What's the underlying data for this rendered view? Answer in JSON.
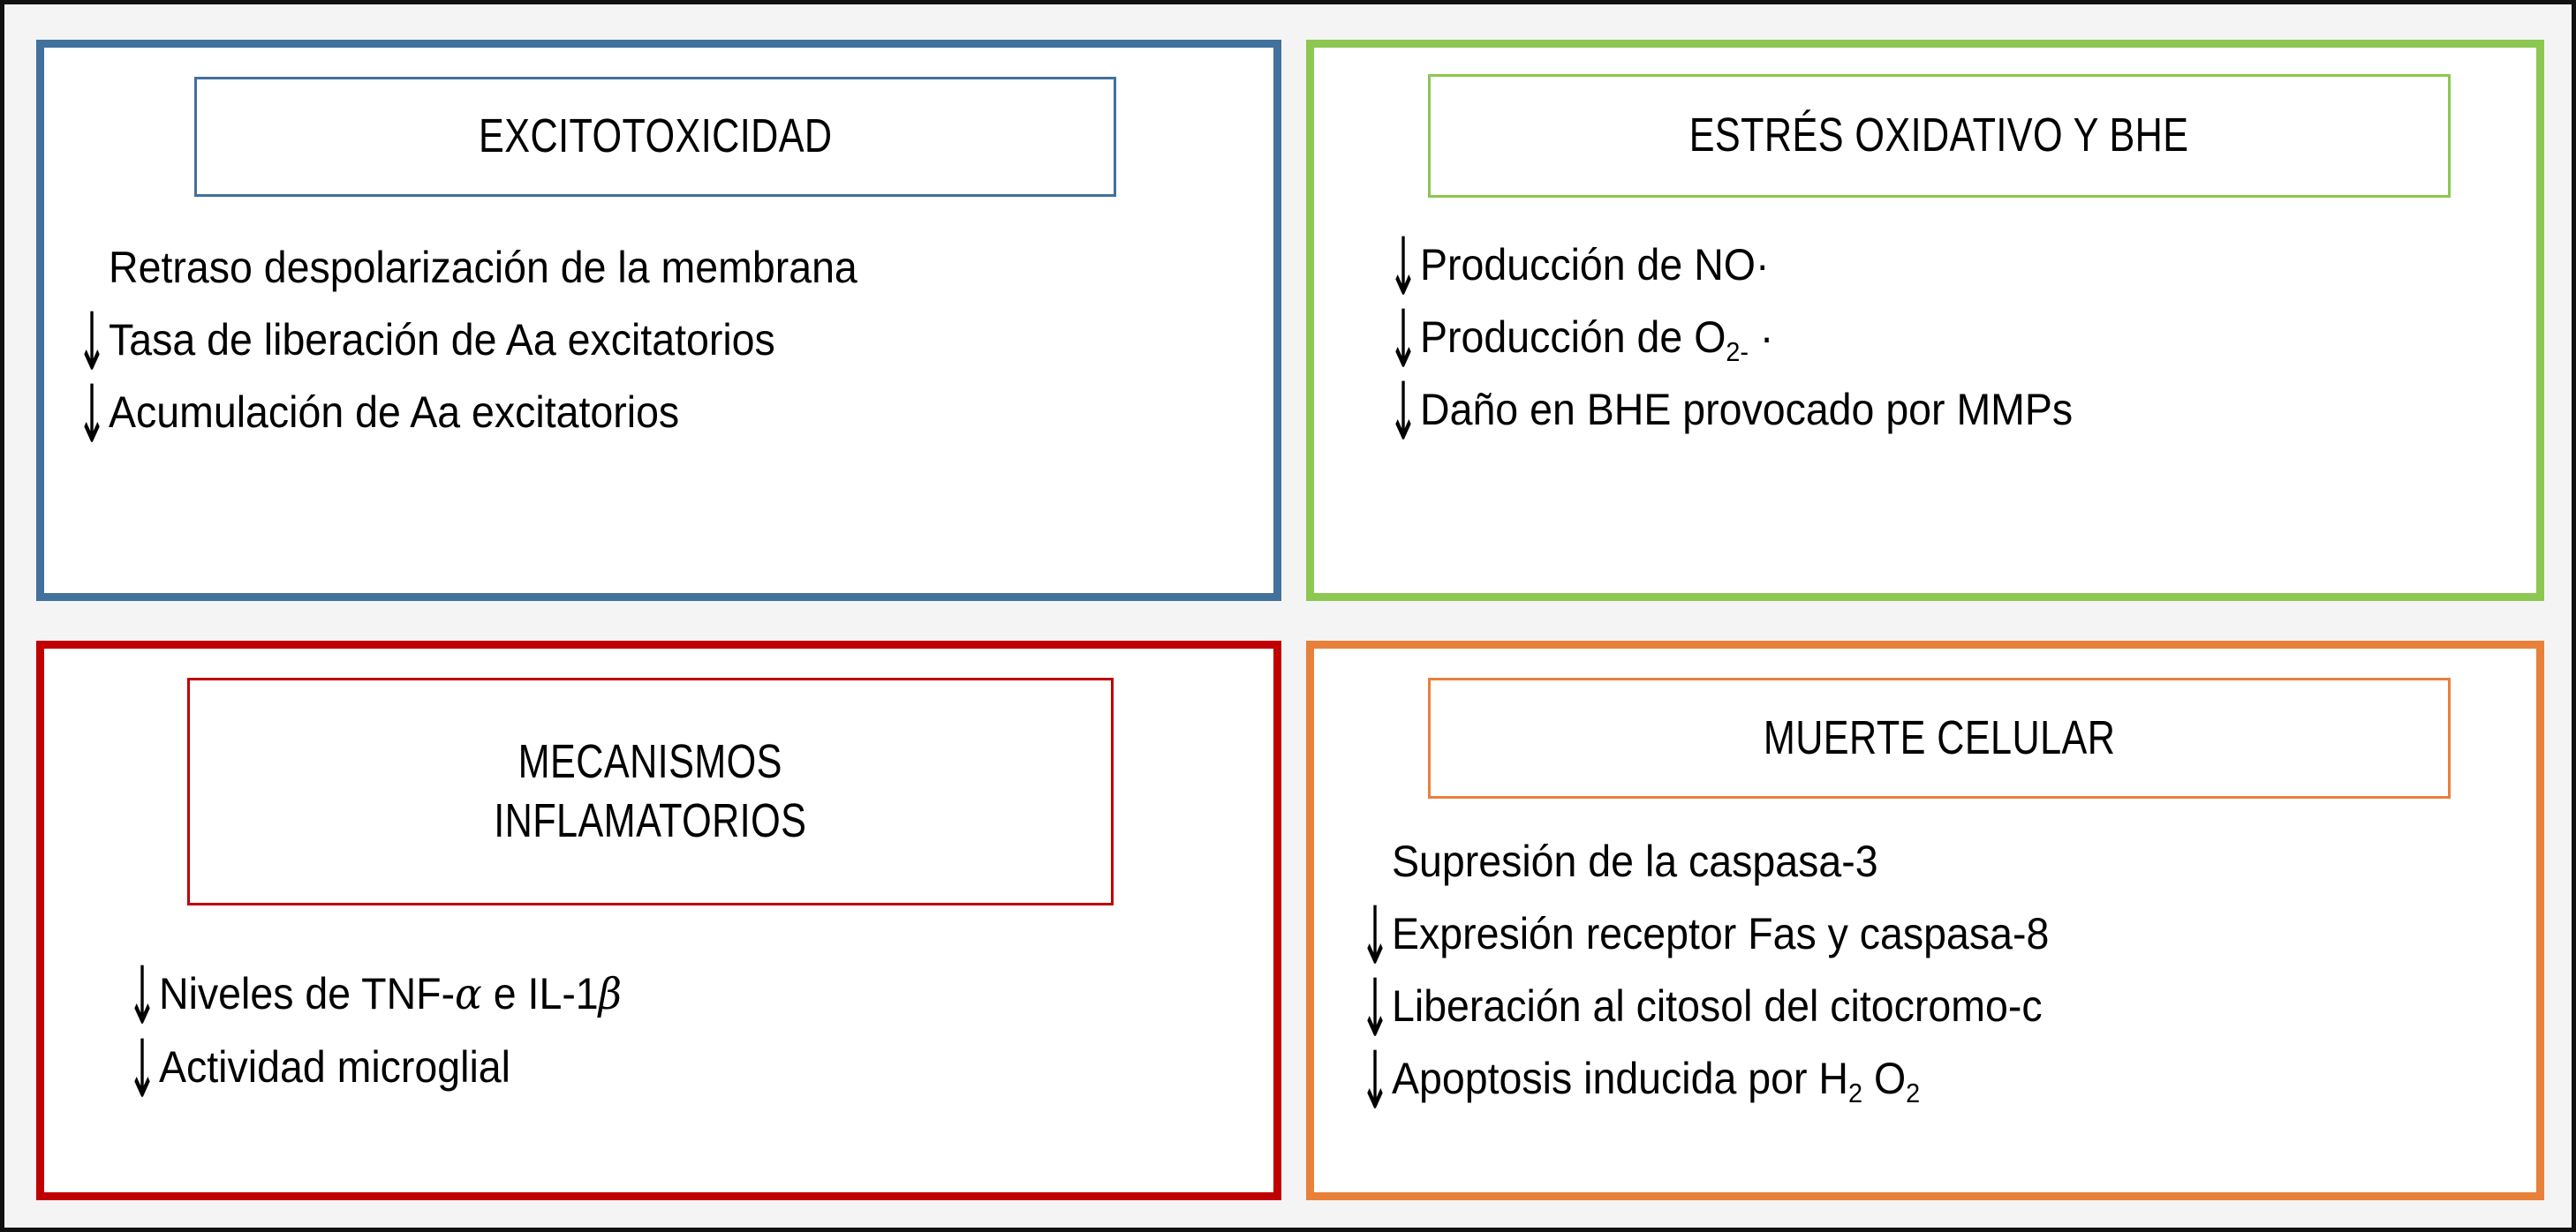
{
  "figure": {
    "background_color": "#f4f4f4",
    "frame_color": "#111111"
  },
  "panels": [
    {
      "id": "excitotoxicity",
      "accent_color": "#41719c",
      "title": "EXCITOTOXICIDAD",
      "lines": [
        {
          "arrow": false,
          "text": "Retraso despolarización de la membrana"
        },
        {
          "arrow": true,
          "text": "Tasa de liberación de Aa excitatorios"
        },
        {
          "arrow": true,
          "text": "Acumulación de Aa excitatorios"
        }
      ]
    },
    {
      "id": "oxidative-stress-bbb",
      "accent_color": "#8cc751",
      "title": "ESTRÉS OXIDATIVO Y BHE",
      "lines": [
        {
          "arrow": true,
          "text": "Producción de NO·"
        },
        {
          "arrow": true,
          "text": "Producción de O2- ·",
          "html": "Producción de O<sub>2-</sub> ·"
        },
        {
          "arrow": true,
          "text": "Daño en BHE provocado por MMPs"
        }
      ]
    },
    {
      "id": "inflammatory-mechanisms",
      "accent_color": "#c00000",
      "title": "MECANISMOS\nINFLAMATORIOS",
      "lines": [
        {
          "arrow": true,
          "text": "Niveles de TNF-α e IL-1β",
          "html": "Niveles de TNF-<span class=\"greek\">α</span> e IL-1<span class=\"greek\">β</span>"
        },
        {
          "arrow": true,
          "text": "Actividad microglial"
        }
      ]
    },
    {
      "id": "cell-death",
      "accent_color": "#e8803a",
      "title": "MUERTE CELULAR",
      "lines": [
        {
          "arrow": false,
          "text": "Supresión de la caspasa-3"
        },
        {
          "arrow": true,
          "text": "Expresión receptor Fas y caspasa-8"
        },
        {
          "arrow": true,
          "text": "Liberación al citosol del citocromo-c"
        },
        {
          "arrow": true,
          "text": "Apoptosis inducida por H2 O2",
          "html": "Apoptosis inducida por H<sub>2</sub> O<sub>2</sub>"
        }
      ]
    }
  ],
  "icons": {
    "down_arrow": "↓"
  }
}
